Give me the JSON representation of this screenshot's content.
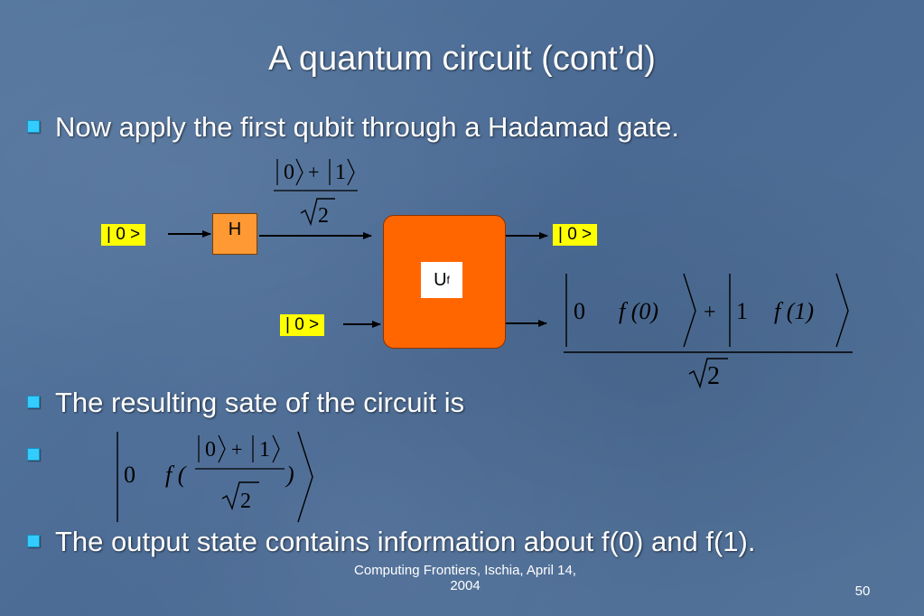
{
  "title": "A quantum circuit (cont’d)",
  "bullets": {
    "b1": "Now apply the first qubit through a Hadamad gate.",
    "b2": "The resulting sate of the circuit is",
    "b4": "The output state contains information about f(0) and f(1)."
  },
  "circuit": {
    "input_top": "| 0 >",
    "input_bottom": "| 0 >",
    "output_top": "| 0 >",
    "h_gate": "H",
    "uf_gate": "U",
    "uf_sub": "f"
  },
  "math": {
    "ket0": "0",
    "ket1": "1",
    "plus": "+",
    "sqrt2": "2",
    "f0": "f (0)",
    "f1": "f (1)",
    "f_open": "f (",
    "close": ")"
  },
  "footer": {
    "text_line1": "Computing Frontiers, Ischia, April 14,",
    "text_line2": "2004",
    "page": "50"
  },
  "colors": {
    "bullet": "#33ccff",
    "ket_box": "#ffff00",
    "h_gate": "#ff9933",
    "uf_gate": "#ff6600"
  }
}
